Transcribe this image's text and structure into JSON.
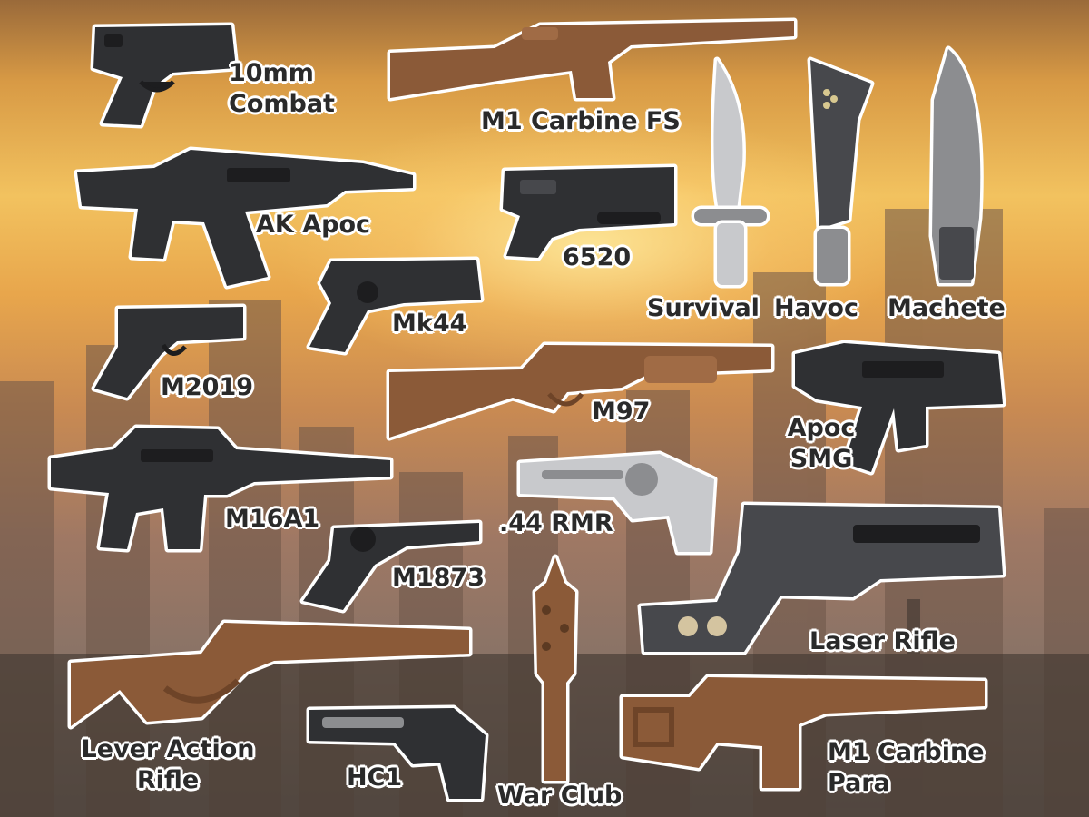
{
  "colors": {
    "black_weapon": "#2f3033",
    "brown_weapon": "#8b5a38",
    "gray_weapon": "#8c8d90",
    "label_text": "#2a2a2a",
    "outline": "#ffffff"
  },
  "weapons": {
    "w10mm": "10mm\nCombat",
    "m1fs": "M1 Carbine FS",
    "akapoc": "AK Apoc",
    "w6520": "6520",
    "survival": "Survival",
    "havoc": "Havoc",
    "machete": "Machete",
    "mk44": "Mk44",
    "m2019": "M2019",
    "m97": "M97",
    "apocsmg": "Apoc\nSMG",
    "m16a1": "M16A1",
    "rmr44": ".44 RMR",
    "m1873": "M1873",
    "laser": "Laser Rifle",
    "lever": "Lever Action\nRifle",
    "hc1": "HC1",
    "warclub": "War Club",
    "m1para": "M1 Carbine\nPara"
  }
}
